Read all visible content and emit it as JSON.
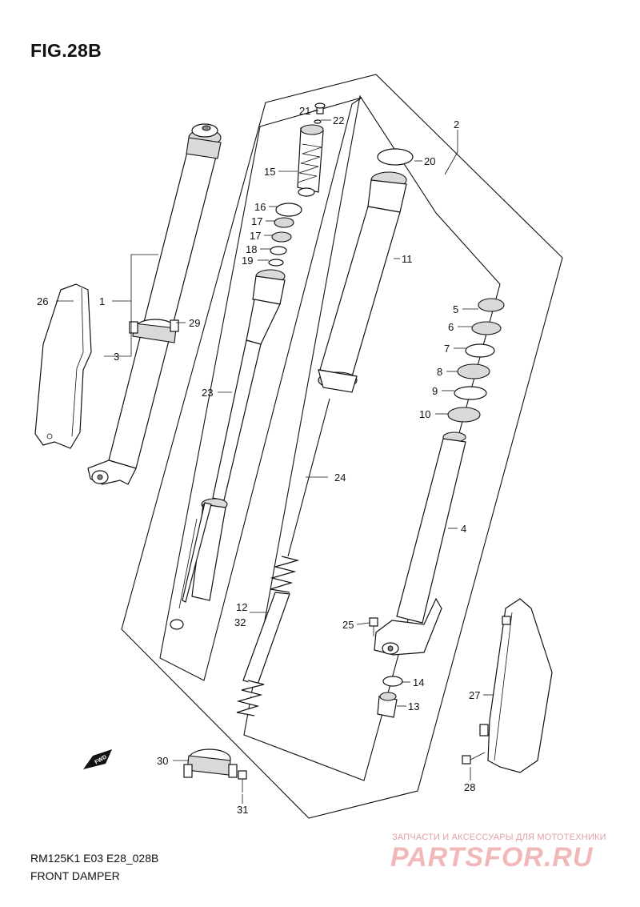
{
  "figure": {
    "title": "FIG.28B",
    "model_code": "RM125K1 E03 E28_028B",
    "caption": "FRONT DAMPER",
    "fwd_badge": "FWD"
  },
  "watermark": {
    "tagline": "ЗАПЧАСТИ И АКСЕССУАРЫ ДЛЯ МОТОТЕХНИКИ",
    "logo": "PARTSFOR.RU"
  },
  "callouts": {
    "c1": "1",
    "c2": "2",
    "c3": "3",
    "c4": "4",
    "c5": "5",
    "c6": "6",
    "c7": "7",
    "c8": "8",
    "c9": "9",
    "c10": "10",
    "c11": "11",
    "c12": "12",
    "c13": "13",
    "c14": "14",
    "c15": "15",
    "c16": "16",
    "c17a": "17",
    "c17b": "17",
    "c18": "18",
    "c19": "19",
    "c20": "20",
    "c21": "21",
    "c22": "22",
    "c23": "23",
    "c24": "24",
    "c25": "25",
    "c26": "26",
    "c27": "27",
    "c28": "28",
    "c29": "29",
    "c30": "30",
    "c31": "31",
    "c32": "32"
  }
}
